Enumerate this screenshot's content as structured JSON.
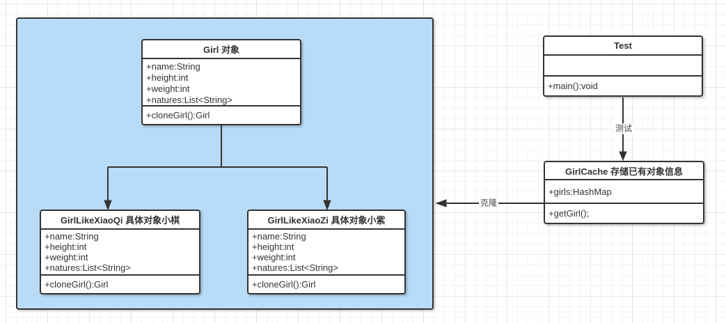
{
  "colors": {
    "container_fill": "#b8dcf7",
    "stroke": "#333333",
    "shape_fill": "#ffffff",
    "edge_label_text": "#474747"
  },
  "classes": {
    "girl": {
      "title": "Girl 对象",
      "attributes": [
        "+name:String",
        "+height:int",
        "+weight:int",
        "+natures:List<String>"
      ],
      "methods": [
        "+cloneGirl():Girl"
      ]
    },
    "xiaoqi": {
      "title": "GirlLikeXiaoQi 具体对象小棋",
      "attributes": [
        "+name:String",
        "+height:int",
        "+weight:int",
        "+natures:List<String>"
      ],
      "methods": [
        "+cloneGirl():Girl"
      ]
    },
    "xiaozi": {
      "title": "GirlLikeXiaoZi 具体对象小紫",
      "attributes": [
        "+name:String",
        "+height:int",
        "+weight:int",
        "+natures:List<String>"
      ],
      "methods": [
        "+cloneGirl():Girl"
      ]
    },
    "test": {
      "title": "Test",
      "attributes": [],
      "methods": [
        "+main():void"
      ]
    },
    "girlcache": {
      "title": "GirlCache 存储已有对象信息",
      "attributes": [
        "+girls:HashMap"
      ],
      "methods": [
        "+getGirl();"
      ]
    }
  },
  "edges": {
    "test_label": "测试",
    "clone_label": "克隆"
  }
}
